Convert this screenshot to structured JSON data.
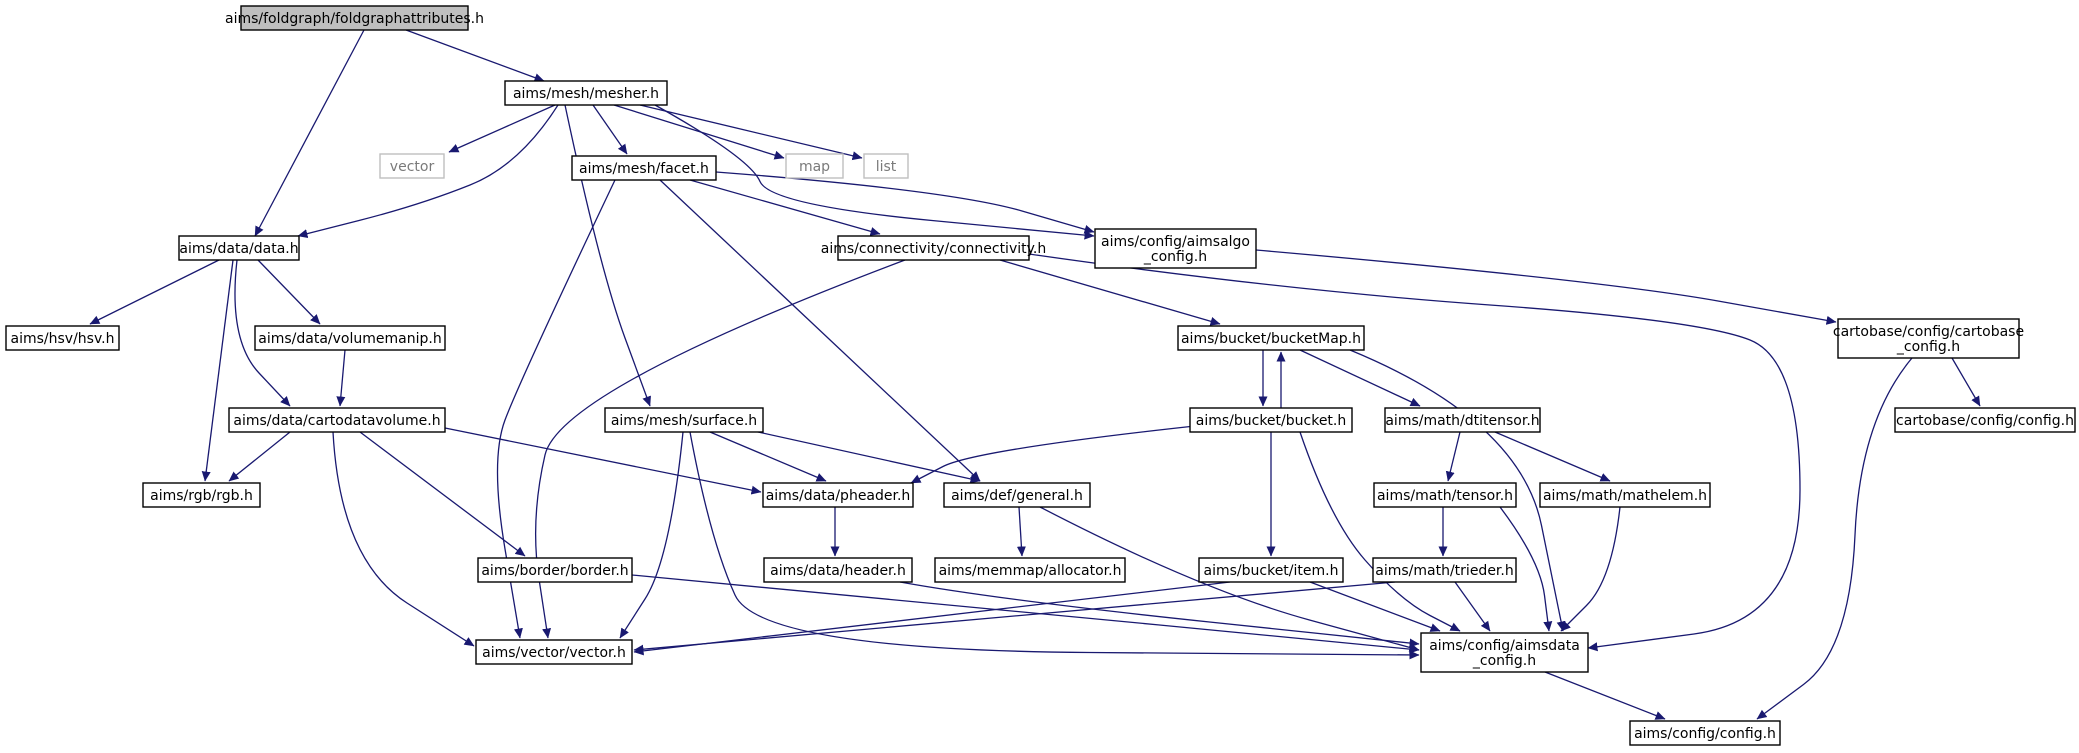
{
  "diagram": {
    "type": "include-dependency-graph",
    "edge_color": "#191970",
    "root_fill": "#bfbfbf",
    "external_border": "#bfbfbf",
    "nodes": [
      {
        "id": "n0",
        "lines": [
          "aims/foldgraph/foldgraphattributes.h"
        ],
        "kind": "root"
      },
      {
        "id": "n1",
        "lines": [
          "aims/data/data.h"
        ],
        "kind": "file"
      },
      {
        "id": "n2",
        "lines": [
          "aims/mesh/mesher.h"
        ],
        "kind": "file"
      },
      {
        "id": "n3",
        "lines": [
          "vector"
        ],
        "kind": "external"
      },
      {
        "id": "n4",
        "lines": [
          "aims/mesh/facet.h"
        ],
        "kind": "file"
      },
      {
        "id": "n5",
        "lines": [
          "map"
        ],
        "kind": "external"
      },
      {
        "id": "n6",
        "lines": [
          "list"
        ],
        "kind": "external"
      },
      {
        "id": "n7",
        "lines": [
          "aims/connectivity/connectivity.h"
        ],
        "kind": "file"
      },
      {
        "id": "n8",
        "lines": [
          "aims/config/aimsalgo",
          "_config.h"
        ],
        "kind": "file"
      },
      {
        "id": "n9",
        "lines": [
          "aims/hsv/hsv.h"
        ],
        "kind": "file"
      },
      {
        "id": "n10",
        "lines": [
          "aims/data/volumemanip.h"
        ],
        "kind": "file"
      },
      {
        "id": "n11",
        "lines": [
          "aims/bucket/bucketMap.h"
        ],
        "kind": "file"
      },
      {
        "id": "n12",
        "lines": [
          "cartobase/config/cartobase",
          "_config.h"
        ],
        "kind": "file"
      },
      {
        "id": "n13",
        "lines": [
          "aims/data/cartodatavolume.h"
        ],
        "kind": "file"
      },
      {
        "id": "n14",
        "lines": [
          "aims/mesh/surface.h"
        ],
        "kind": "file"
      },
      {
        "id": "n15",
        "lines": [
          "aims/bucket/bucket.h"
        ],
        "kind": "file"
      },
      {
        "id": "n16",
        "lines": [
          "aims/math/dtitensor.h"
        ],
        "kind": "file"
      },
      {
        "id": "n17",
        "lines": [
          "cartobase/config/config.h"
        ],
        "kind": "file"
      },
      {
        "id": "n18",
        "lines": [
          "aims/rgb/rgb.h"
        ],
        "kind": "file"
      },
      {
        "id": "n19",
        "lines": [
          "aims/data/pheader.h"
        ],
        "kind": "file"
      },
      {
        "id": "n20",
        "lines": [
          "aims/def/general.h"
        ],
        "kind": "file"
      },
      {
        "id": "n21",
        "lines": [
          "aims/math/tensor.h"
        ],
        "kind": "file"
      },
      {
        "id": "n22",
        "lines": [
          "aims/math/mathelem.h"
        ],
        "kind": "file"
      },
      {
        "id": "n23",
        "lines": [
          "aims/border/border.h"
        ],
        "kind": "file"
      },
      {
        "id": "n24",
        "lines": [
          "aims/data/header.h"
        ],
        "kind": "file"
      },
      {
        "id": "n25",
        "lines": [
          "aims/memmap/allocator.h"
        ],
        "kind": "file"
      },
      {
        "id": "n26",
        "lines": [
          "aims/bucket/item.h"
        ],
        "kind": "file"
      },
      {
        "id": "n27",
        "lines": [
          "aims/math/trieder.h"
        ],
        "kind": "file"
      },
      {
        "id": "n28",
        "lines": [
          "aims/vector/vector.h"
        ],
        "kind": "file"
      },
      {
        "id": "n29",
        "lines": [
          "aims/config/aimsdata",
          "_config.h"
        ],
        "kind": "file"
      },
      {
        "id": "n30",
        "lines": [
          "aims/config/config.h"
        ],
        "kind": "file"
      }
    ],
    "edges": [
      [
        "n0",
        "n1"
      ],
      [
        "n0",
        "n2"
      ],
      [
        "n2",
        "n3"
      ],
      [
        "n2",
        "n4"
      ],
      [
        "n2",
        "n5"
      ],
      [
        "n2",
        "n6"
      ],
      [
        "n2",
        "n8"
      ],
      [
        "n2",
        "n1"
      ],
      [
        "n2",
        "n14"
      ],
      [
        "n4",
        "n7"
      ],
      [
        "n4",
        "n8"
      ],
      [
        "n4",
        "n20"
      ],
      [
        "n4",
        "n28"
      ],
      [
        "n7",
        "n11"
      ],
      [
        "n7",
        "n29"
      ],
      [
        "n7",
        "n28"
      ],
      [
        "n8",
        "n12"
      ],
      [
        "n1",
        "n9"
      ],
      [
        "n1",
        "n10"
      ],
      [
        "n1",
        "n13"
      ],
      [
        "n1",
        "n18"
      ],
      [
        "n10",
        "n13"
      ],
      [
        "n11",
        "n15"
      ],
      [
        "n11",
        "n16"
      ],
      [
        "n11",
        "n29"
      ],
      [
        "n15",
        "n11"
      ],
      [
        "n15",
        "n19"
      ],
      [
        "n15",
        "n26"
      ],
      [
        "n15",
        "n29"
      ],
      [
        "n12",
        "n17"
      ],
      [
        "n12",
        "n30"
      ],
      [
        "n13",
        "n18"
      ],
      [
        "n13",
        "n19"
      ],
      [
        "n13",
        "n23"
      ],
      [
        "n13",
        "n28"
      ],
      [
        "n14",
        "n19"
      ],
      [
        "n14",
        "n20"
      ],
      [
        "n14",
        "n28"
      ],
      [
        "n14",
        "n29"
      ],
      [
        "n16",
        "n21"
      ],
      [
        "n16",
        "n22"
      ],
      [
        "n19",
        "n24"
      ],
      [
        "n20",
        "n25"
      ],
      [
        "n20",
        "n29"
      ],
      [
        "n21",
        "n27"
      ],
      [
        "n21",
        "n29"
      ],
      [
        "n22",
        "n29"
      ],
      [
        "n23",
        "n29"
      ],
      [
        "n24",
        "n29"
      ],
      [
        "n26",
        "n28"
      ],
      [
        "n26",
        "n29"
      ],
      [
        "n27",
        "n28"
      ],
      [
        "n27",
        "n29"
      ],
      [
        "n29",
        "n30"
      ]
    ]
  }
}
